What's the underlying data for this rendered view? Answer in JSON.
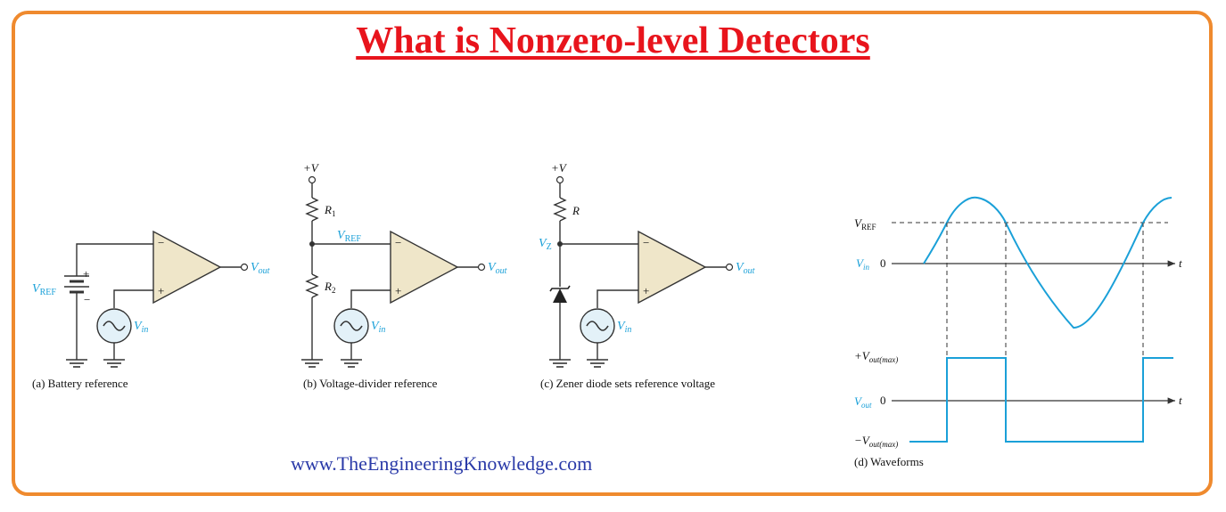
{
  "title": "What is Nonzero-level Detectors",
  "website": "www.TheEngineeringKnowledge.com",
  "colors": {
    "border": "#ef8a2e",
    "title": "#e8141c",
    "signal": "#1aa0d8",
    "opamp_fill": "#efe6c9",
    "website": "#2a3aa8"
  },
  "circuit_a": {
    "caption": "(a) Battery reference",
    "vref": "V",
    "vref_sub": "REF",
    "plus": "+",
    "minus": "−",
    "inv": "−",
    "noninv": "+",
    "vout": "V",
    "vout_sub": "out",
    "vin": "V",
    "vin_sub": "in"
  },
  "circuit_b": {
    "caption": "(b) Voltage-divider reference",
    "supply": "+V",
    "r1": "R",
    "r1_sub": "1",
    "r2": "R",
    "r2_sub": "2",
    "vref": "V",
    "vref_sub": "REF",
    "inv": "−",
    "noninv": "+",
    "vout": "V",
    "vout_sub": "out",
    "vin": "V",
    "vin_sub": "in"
  },
  "circuit_c": {
    "caption": "(c) Zener diode sets reference voltage",
    "supply": "+V",
    "r": "R",
    "vz": "V",
    "vz_sub": "Z",
    "inv": "−",
    "noninv": "+",
    "vout": "V",
    "vout_sub": "out",
    "vin": "V",
    "vin_sub": "in"
  },
  "waveforms": {
    "caption": "(d) Waveforms",
    "vref": "V",
    "vref_sub": "REF",
    "vin": "V",
    "vin_sub": "in",
    "vout": "V",
    "vout_sub": "out",
    "zero_top": "0",
    "zero_bottom": "0",
    "t_top": "t",
    "t_bottom": "t",
    "pos_max": "+V",
    "pos_max_sub": "out(max)",
    "neg_max": "−V",
    "neg_max_sub": "out(max)"
  }
}
